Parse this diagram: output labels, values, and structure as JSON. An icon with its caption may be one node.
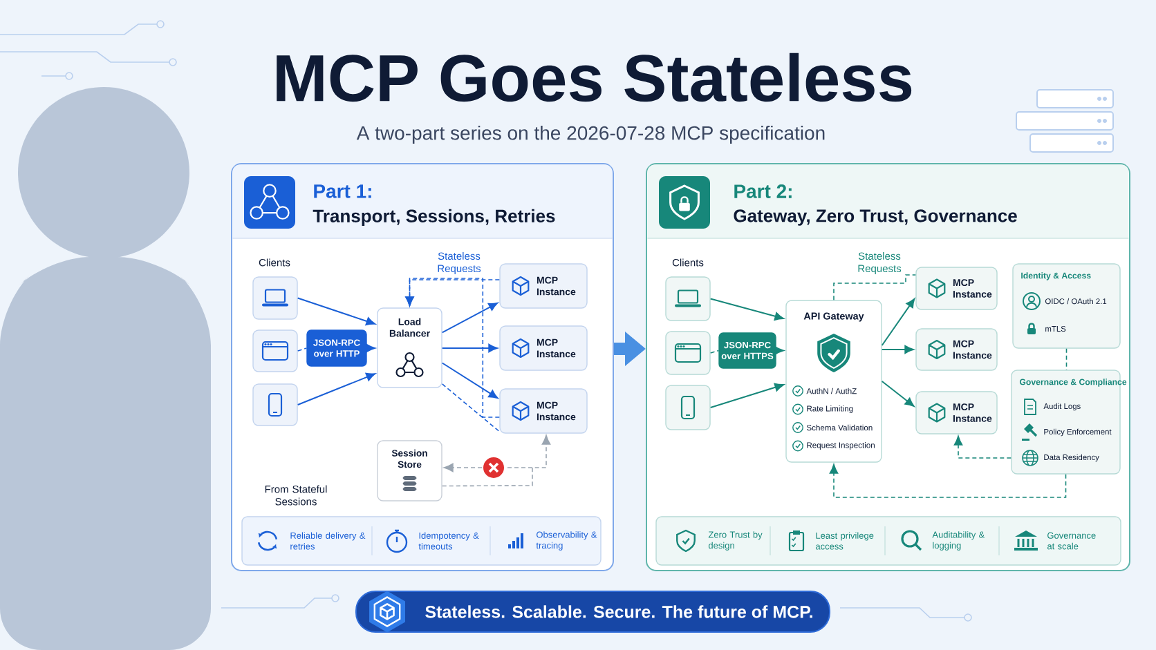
{
  "diagram": {
    "title": "MCP Goes Stateless",
    "nodes": [
      {
        "text": [
          "Part 1:",
          "Transport, Sessions, Retries"
        ]
      },
      {
        "text": [],
        "shape": "box",
        "in": 0
      },
      {
        "text": [],
        "shape": "box",
        "in": 0
      },
      {
        "text": [],
        "shape": "box",
        "in": 0
      },
      {
        "text": [
          "JSON-RPC over HTTP"
        ],
        "in": 0
      },
      {
        "text": [
          "Load Balancer"
        ],
        "in": 0
      },
      {
        "text": [
          "MCP Instance"
        ],
        "in": 0
      },
      {
        "text": [
          "MCP Instance"
        ],
        "in": 0
      },
      {
        "text": [
          "MCP Instance"
        ],
        "in": 0
      },
      {
        "text": [
          "Session Store"
        ],
        "in": 0
      },
      {
        "text": [],
        "shape": "circle",
        "in": 0
      },
      {
        "text": [
          "Reliable delivery & retries",
          "Idempotency & timeouts",
          "Observability & tracing"
        ],
        "in": 0
      },
      {
        "text": [
          "Part 2:",
          "Gateway, Zero Trust, Governance"
        ]
      },
      {
        "text": [],
        "shape": "box",
        "in": 12
      },
      {
        "text": [],
        "shape": "box",
        "in": 12
      },
      {
        "text": [],
        "shape": "box",
        "in": 12
      },
      {
        "text": [
          "JSON-RPC over HTTPS"
        ],
        "in": 12
      },
      {
        "text": [
          "API Gateway",
          "AuthN / AuthZ",
          "Rate Limiting",
          "Schema Validation",
          "Request Inspection"
        ],
        "in": 12
      },
      {
        "text": [
          "MCP Instance"
        ],
        "in": 12
      },
      {
        "text": [
          "MCP Instance"
        ],
        "in": 12
      },
      {
        "text": [
          "MCP Instance"
        ],
        "in": 12
      },
      {
        "text": [
          "Identity & Access",
          "OIDC / OAuth 2.1",
          "mTLS"
        ],
        "in": 12
      },
      {
        "text": [
          "Governance & Compliance",
          "Audit Logs",
          "Policy Enforcement",
          "Data Residency"
        ],
        "in": 12
      },
      {
        "text": [
          "Zero Trust by design",
          "Least privilege access",
          "Auditability & logging",
          "Governance at scale"
        ],
        "in": 12
      },
      {
        "text": [
          "Stateless. Scalable. Secure. The future of MCP."
        ]
      }
    ],
    "edges": [
      {
        "from": 1,
        "to": 5,
        "arrow": "to",
        "color": "#1a5fd6"
      },
      {
        "from": 2,
        "to": 4,
        "arrow": "none",
        "style": "dashed",
        "color": "#1a5fd6"
      },
      {
        "from": 4,
        "to": 5,
        "arrow": "to",
        "color": "#1a5fd6"
      },
      {
        "from": 3,
        "to": 5,
        "arrow": "to",
        "color": "#1a5fd6"
      },
      {
        "from": 5,
        "to": 6,
        "arrow": "to",
        "color": "#1a5fd6"
      },
      {
        "from": 5,
        "to": 7,
        "arrow": "to",
        "color": "#1a5fd6"
      },
      {
        "from": 5,
        "to": 8,
        "arrow": "to",
        "color": "#1a5fd6"
      },
      {
        "from": 5,
        "to": 8,
        "arrow": "none",
        "style": "dashed",
        "color": "#1a5fd6"
      },
      {
        "from": 6,
        "to": 5,
        "arrow": "to",
        "style": "dashed",
        "color": "#1a5fd6"
      },
      {
        "from": 8,
        "to": 5,
        "arrow": "to",
        "style": "dashed",
        "color": "#1a5fd6"
      },
      {
        "from": 10,
        "to": 9,
        "arrow": "to",
        "style": "dashed",
        "color": "#9aa5b1"
      },
      {
        "from": 9,
        "to": 8,
        "arrow": "to",
        "style": "dashed",
        "color": "#9aa5b1"
      },
      {
        "from": 0,
        "to": 12,
        "arrow": "to",
        "style": "thick",
        "color": "#4a90e2"
      },
      {
        "from": 13,
        "to": 17,
        "arrow": "to",
        "color": "#17877a"
      },
      {
        "from": 14,
        "to": 16,
        "arrow": "none",
        "style": "dashed",
        "color": "#17877a"
      },
      {
        "from": 16,
        "to": 17,
        "arrow": "to",
        "color": "#17877a"
      },
      {
        "from": 15,
        "to": 17,
        "arrow": "to",
        "color": "#17877a"
      },
      {
        "from": 17,
        "to": 18,
        "arrow": "to",
        "color": "#17877a"
      },
      {
        "from": 17,
        "to": 19,
        "arrow": "to",
        "color": "#17877a"
      },
      {
        "from": 17,
        "to": 20,
        "arrow": "to",
        "color": "#17877a"
      },
      {
        "from": 17,
        "to": 18,
        "arrow": "none",
        "style": "dashed",
        "color": "#17877a"
      },
      {
        "from": 21,
        "to": 22,
        "arrow": "none",
        "style": "dashed",
        "color": "#17877a"
      },
      {
        "from": 22,
        "to": 20,
        "arrow": "to",
        "style": "dashed",
        "color": "#17877a"
      },
      {
        "from": 22,
        "to": 17,
        "arrow": "to",
        "style": "dashed",
        "color": "#17877a"
      }
    ],
    "labels": [
      "A two-part series on the 2026-07-28 MCP specification",
      "Clients",
      "Stateless Requests",
      "From Stateful Sessions",
      "Clients",
      "Stateless Requests"
    ]
  }
}
